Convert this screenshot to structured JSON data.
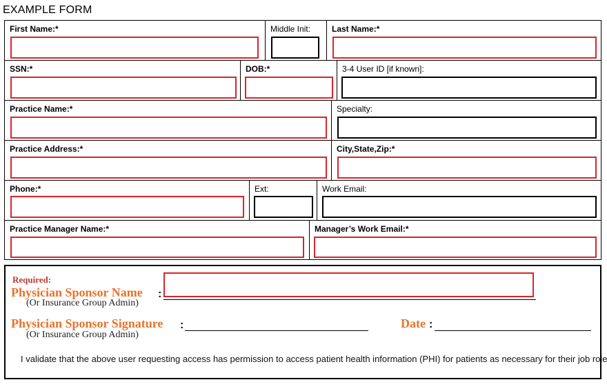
{
  "title": "EXAMPLE FORM",
  "fields": {
    "first_name": "First Name:*",
    "middle_init": "Middle Init:",
    "last_name": "Last Name:*",
    "ssn": "SSN:*",
    "dob": "DOB:*",
    "user_id": "3-4 User ID [if known]:",
    "practice_name": "Practice Name:*",
    "specialty": "Specialty:",
    "practice_address": "Practice Address:*",
    "city_state_zip": "City,State,Zip:*",
    "phone": "Phone:*",
    "ext": "Ext:",
    "work_email": "Work Email:",
    "manager_name": "Practice Manager Name:*",
    "manager_email": "Manager’s Work Email:*"
  },
  "sponsor": {
    "required": "Required:",
    "name_label": "Physician Sponsor Name",
    "name_colon": ":",
    "name_sub": "(Or Insurance Group Admin)",
    "signature_label": "Physician Sponsor Signature",
    "signature_colon": ":",
    "signature_sub": "(Or Insurance Group Admin)",
    "date_label": "Date",
    "date_colon": ":",
    "validation_text": "I validate that the above user requesting access has permission to access patient health information (PHI) for patients as necessary for their job role."
  },
  "colors": {
    "required_border": "#d8252b",
    "optional_border": "#000000",
    "sponsor_label": "#e8732a",
    "required_text": "#c0392b"
  }
}
